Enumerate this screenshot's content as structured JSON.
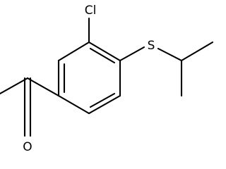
{
  "molecule": {
    "atoms": [
      {
        "id": "cl",
        "label": "Cl"
      },
      {
        "id": "s",
        "label": "S"
      },
      {
        "id": "o",
        "label": "O"
      }
    ]
  }
}
